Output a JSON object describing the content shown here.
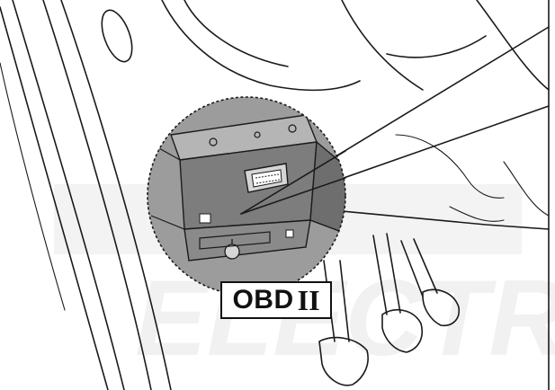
{
  "label": {
    "text": "OBD",
    "roman": "II"
  },
  "colors": {
    "line": "#1a1a1a",
    "magnifier_fill": "#9c9c9c",
    "panel_dark": "#7d7d7d",
    "watermark": "#f0f0f0",
    "background": "#ffffff"
  },
  "watermark_text": "ELECTRIC"
}
